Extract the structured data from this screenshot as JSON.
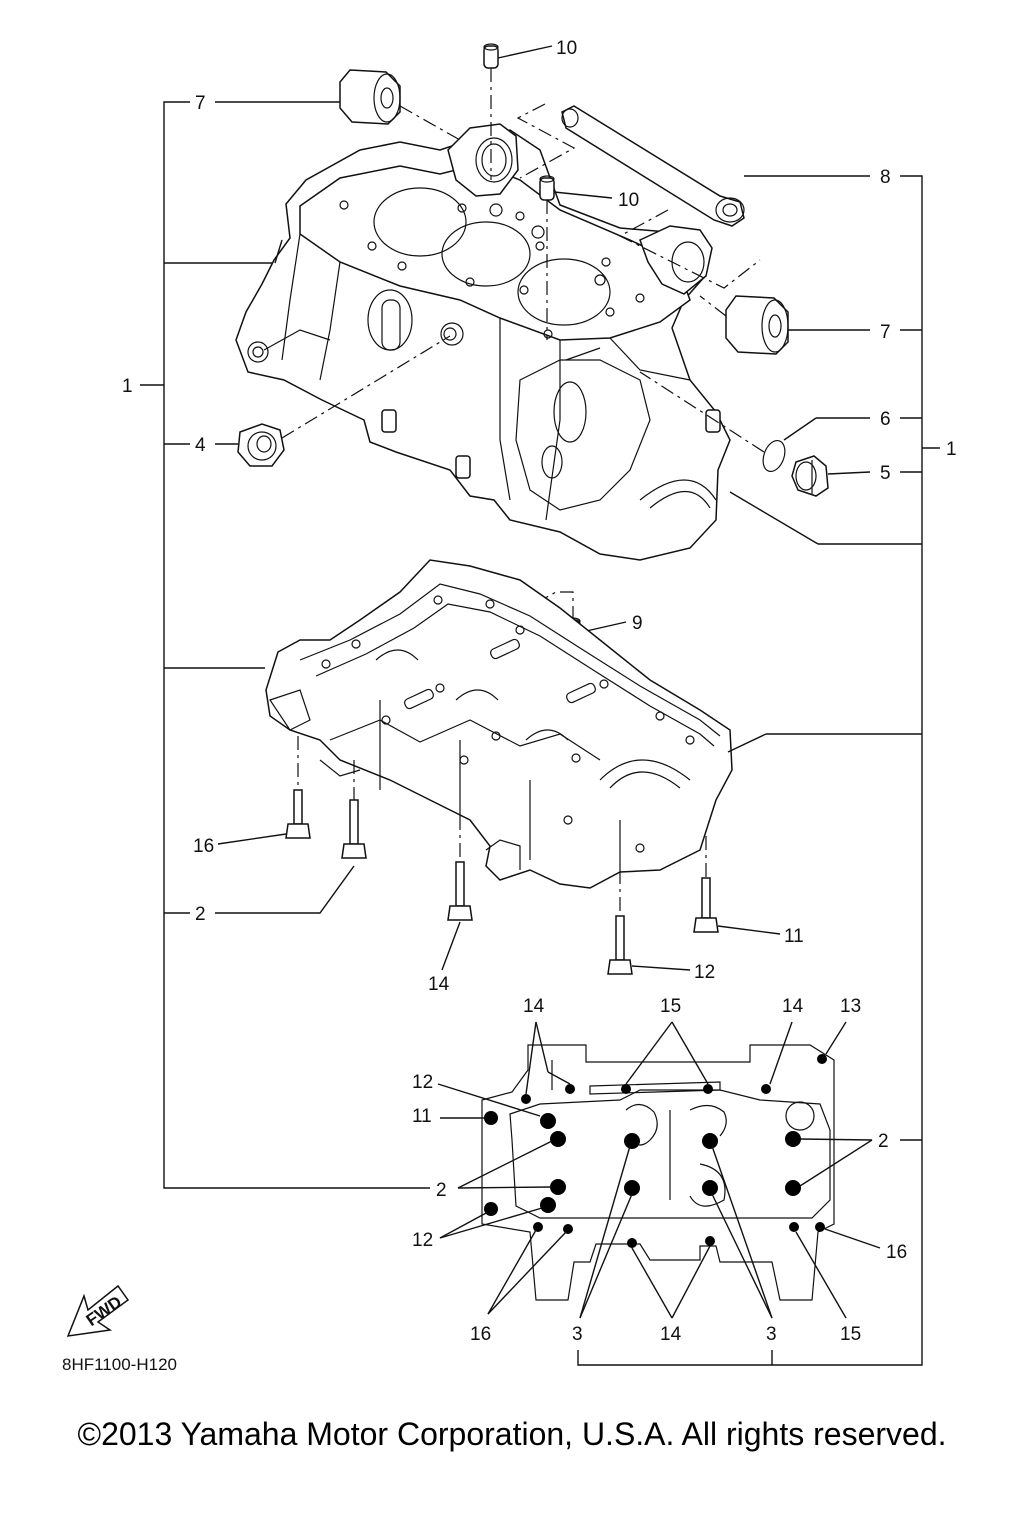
{
  "diagram": {
    "callouts": {
      "c7_top": "7",
      "c10_top": "10",
      "c10_mid": "10",
      "c8": "8",
      "c7_right": "7",
      "c6": "6",
      "c5": "5",
      "c1_right": "1",
      "c1_left": "1",
      "c4": "4",
      "c9": "9",
      "c16_bolt": "16",
      "c2_bolt": "2",
      "c14_bolt": "14",
      "c11_bolt": "11",
      "c12_bolt": "12"
    },
    "bottom_view_callouts": {
      "c14_a": "14",
      "c15_a": "15",
      "c14_b": "14",
      "c13": "13",
      "c12_a": "12",
      "c11": "11",
      "c2_right": "2",
      "c2_left": "2",
      "c12_b": "12",
      "c16_right": "16",
      "c16_left": "16",
      "c3_a": "3",
      "c14_c": "14",
      "c3_b": "3",
      "c15_b": "15"
    },
    "fwd_label": "FWD",
    "drawing_code": "8HF1100-H120"
  },
  "copyright": "©2013 Yamaha Motor Corporation, U.S.A. All rights reserved."
}
